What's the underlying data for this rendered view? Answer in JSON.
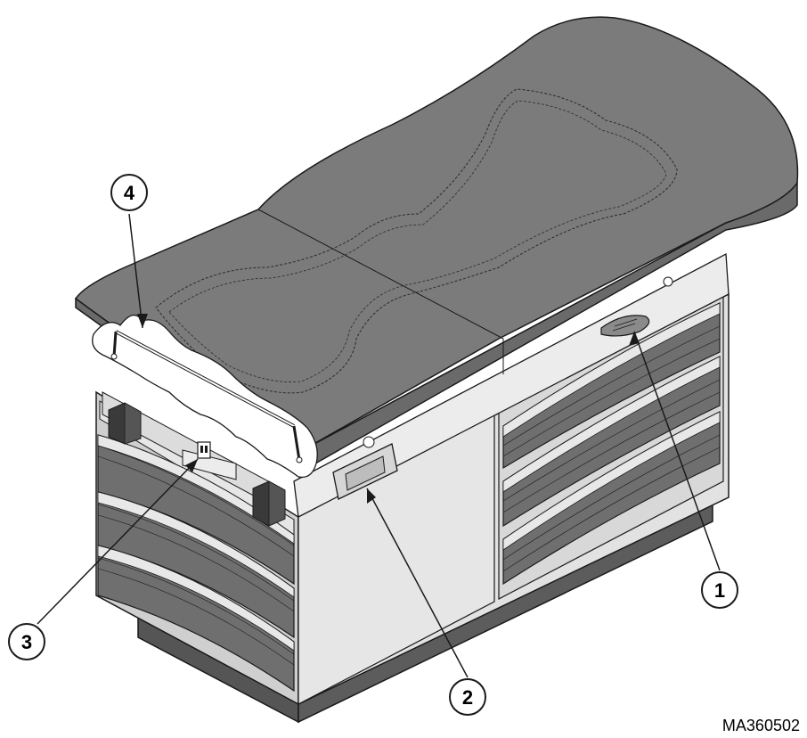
{
  "figure": {
    "code": "MA360502"
  },
  "callouts": [
    {
      "label": "1"
    },
    {
      "label": "2"
    },
    {
      "label": "3"
    },
    {
      "label": "4"
    }
  ],
  "colors": {
    "upholstery": "#7b7b7b",
    "upholstery_edge": "#6a6a6a",
    "cabinet_light": "#e4e4e4",
    "cabinet_mid": "#c9c9c9",
    "drawer_face": "#6f6f6f",
    "drawer_trim": "#e8e8e8",
    "base": "#555555",
    "cutaway": "#ffffff",
    "line": "#1a1a1a"
  }
}
